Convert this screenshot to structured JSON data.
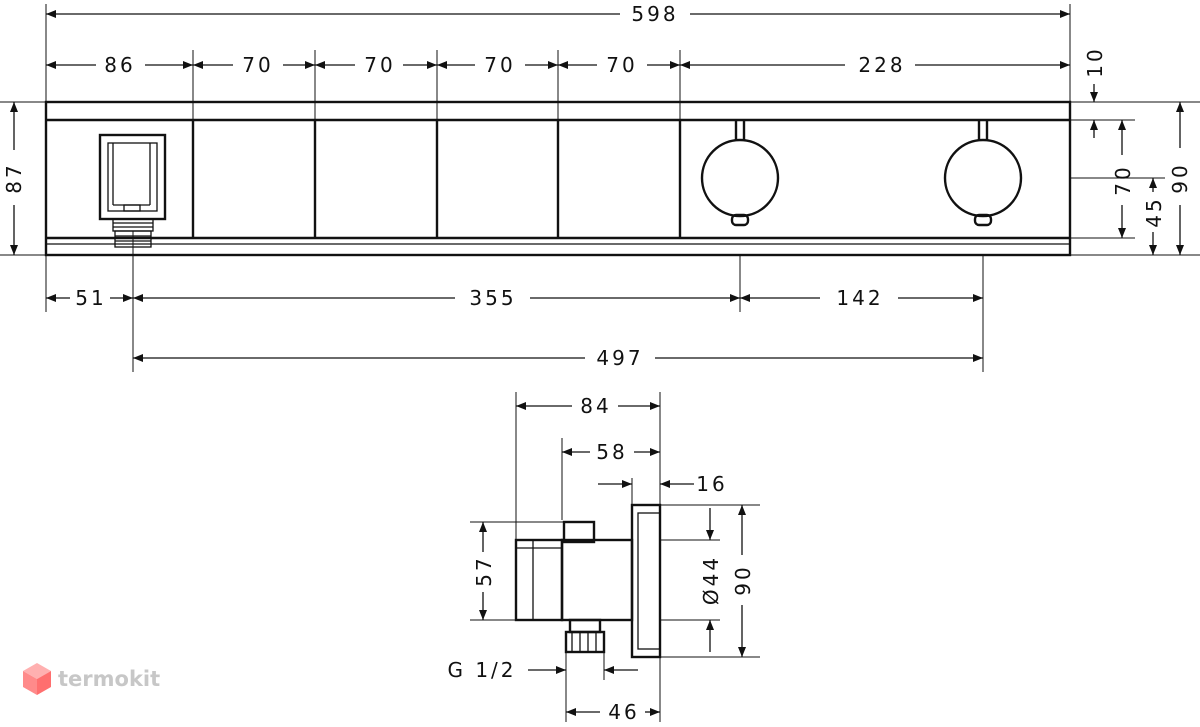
{
  "dimensions": {
    "overall_width": "598",
    "seg_1": "86",
    "seg_2": "70",
    "seg_3": "70",
    "seg_4": "70",
    "seg_5": "70",
    "seg_6": "228",
    "top_offset": "10",
    "height_left": "87",
    "height_right": "90",
    "inner_height": "70",
    "handle_center": "45",
    "offset_51": "51",
    "span_355": "355",
    "span_142": "142",
    "span_497": "497",
    "side_depth_84": "84",
    "side_depth_58": "58",
    "side_plate_16": "16",
    "side_height_57": "57",
    "side_dia_44": "Ø44",
    "side_height_90": "90",
    "thread": "G 1/2",
    "side_46": "46"
  },
  "watermark": {
    "text": "termokit",
    "color": "#ff8a8a"
  }
}
